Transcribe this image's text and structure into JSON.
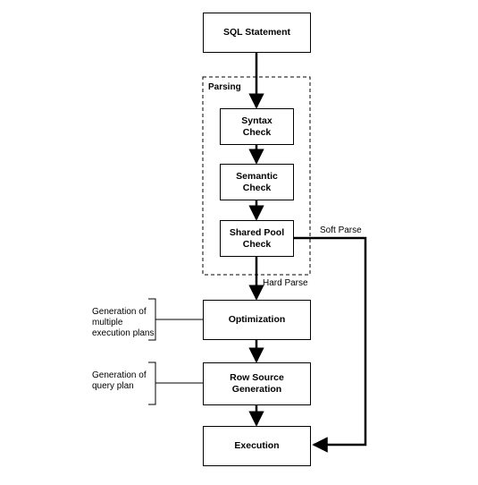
{
  "nodes": {
    "sql_statement": "SQL Statement",
    "syntax_check_1": "Syntax",
    "syntax_check_2": "Check",
    "semantic_check_1": "Semantic",
    "semantic_check_2": "Check",
    "shared_pool_check_1": "Shared Pool",
    "shared_pool_check_2": "Check",
    "optimization": "Optimization",
    "row_source_1": "Row Source",
    "row_source_2": "Generation",
    "execution": "Execution"
  },
  "labels": {
    "parsing": "Parsing",
    "soft_parse": "Soft Parse",
    "hard_parse": "Hard Parse",
    "gen_multiple_1": "Generation of",
    "gen_multiple_2": "multiple",
    "gen_multiple_3": "execution plans",
    "gen_query_1": "Generation of",
    "gen_query_2": "query plan"
  }
}
